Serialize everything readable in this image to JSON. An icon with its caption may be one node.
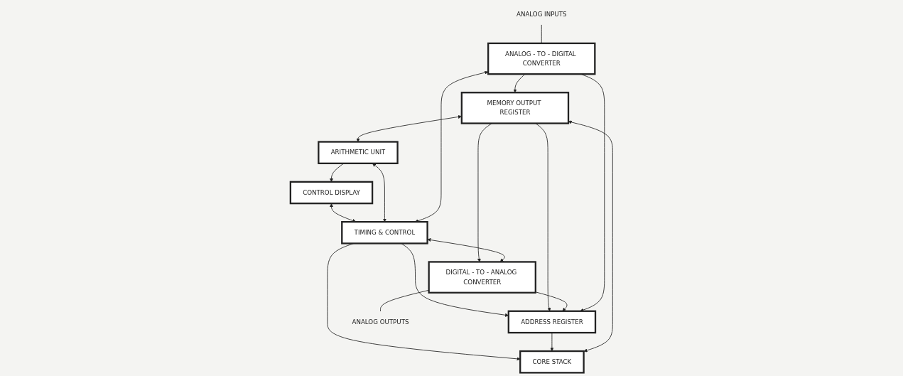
{
  "diagram": {
    "nodes": [
      {
        "text": [
          "ANALOG INPUTS"
        ]
      },
      {
        "text": [
          "CORE STACK"
        ]
      },
      {
        "text": [
          "MEMORY OUTPUT REGISTER"
        ]
      },
      {
        "text": [
          "CONTROL DISPLAY"
        ]
      },
      {
        "text": [
          "ADDRESS REGISTER"
        ]
      },
      {
        "text": [
          "ARITHMETIC UNIT"
        ]
      },
      {
        "text": [
          "ANALOG - TO - DIGITAL CONVERTER"
        ]
      },
      {
        "text": [
          "TIMING & CONTROL"
        ]
      },
      {
        "text": [
          "DIGITAL - TO - ANALOG CONVERTER"
        ]
      },
      {
        "text": [
          "ANALOG OUTPUTS"
        ]
      }
    ],
    "edges": [
      {
        "from": 0,
        "to": 6,
        "arrow": "none"
      },
      {
        "from": 6,
        "to": 2,
        "arrow": "to"
      },
      {
        "from": 2,
        "to": 8,
        "arrow": "to"
      },
      {
        "from": 1,
        "to": 2,
        "arrow": "both"
      },
      {
        "from": 7,
        "to": 1,
        "arrow": "to"
      },
      {
        "from": 7,
        "to": 4,
        "arrow": "to"
      },
      {
        "from": 4,
        "to": 1,
        "arrow": "to"
      },
      {
        "from": 2,
        "to": 4,
        "arrow": "to"
      },
      {
        "from": 8,
        "to": 4,
        "arrow": "to"
      },
      {
        "from": 2,
        "to": 5,
        "arrow": "both"
      },
      {
        "from": 5,
        "to": 3,
        "arrow": "to"
      },
      {
        "from": 3,
        "to": 7,
        "arrow": "both"
      },
      {
        "from": 5,
        "to": 7,
        "arrow": "both"
      },
      {
        "from": 6,
        "to": 4,
        "arrow": "to"
      },
      {
        "from": 6,
        "to": 7,
        "arrow": "both"
      },
      {
        "from": 7,
        "to": 8,
        "arrow": "both"
      },
      {
        "from": 8,
        "to": 9,
        "arrow": "none"
      }
    ]
  }
}
